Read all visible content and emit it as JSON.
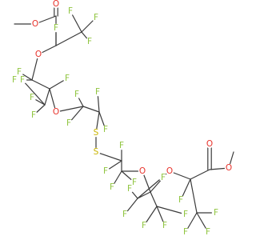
{
  "molecule": {
    "colors": {
      "bond": "#3a3a3a",
      "F": "#8fc43f",
      "O": "#e8322b",
      "S": "#c9b400",
      "C": "#3a3a3a"
    },
    "atoms": [
      {
        "id": "Me1",
        "el": "C"
      },
      {
        "id": "O1",
        "el": "O"
      },
      {
        "id": "C1",
        "el": "C"
      },
      {
        "id": "O2",
        "el": "O"
      },
      {
        "id": "C2",
        "el": "C"
      },
      {
        "id": "F1",
        "el": "F"
      },
      {
        "id": "C3",
        "el": "C"
      },
      {
        "id": "F2",
        "el": "F"
      },
      {
        "id": "F3",
        "el": "F"
      },
      {
        "id": "F4",
        "el": "F"
      },
      {
        "id": "F5",
        "el": "F"
      },
      {
        "id": "O3",
        "el": "O"
      },
      {
        "id": "C4",
        "el": "C"
      },
      {
        "id": "F6",
        "el": "F"
      },
      {
        "id": "F7",
        "el": "F"
      },
      {
        "id": "C5",
        "el": "C"
      },
      {
        "id": "F8",
        "el": "F"
      },
      {
        "id": "C6",
        "el": "C"
      },
      {
        "id": "F9",
        "el": "F"
      },
      {
        "id": "F10",
        "el": "F"
      },
      {
        "id": "F11",
        "el": "F"
      },
      {
        "id": "O4",
        "el": "O"
      },
      {
        "id": "C7",
        "el": "C"
      },
      {
        "id": "F12",
        "el": "F"
      },
      {
        "id": "F13",
        "el": "F"
      },
      {
        "id": "C8",
        "el": "C"
      },
      {
        "id": "F14",
        "el": "F"
      },
      {
        "id": "F15",
        "el": "F"
      },
      {
        "id": "S1",
        "el": "S"
      },
      {
        "id": "S2",
        "el": "S"
      },
      {
        "id": "C9",
        "el": "C"
      },
      {
        "id": "F16",
        "el": "F"
      },
      {
        "id": "F17",
        "el": "F"
      },
      {
        "id": "C10",
        "el": "C"
      },
      {
        "id": "F18",
        "el": "F"
      },
      {
        "id": "F19",
        "el": "F"
      },
      {
        "id": "O5",
        "el": "O"
      },
      {
        "id": "C11",
        "el": "C"
      },
      {
        "id": "F20",
        "el": "F"
      },
      {
        "id": "C12",
        "el": "C"
      },
      {
        "id": "F21",
        "el": "F"
      },
      {
        "id": "F22",
        "el": "F"
      },
      {
        "id": "F23",
        "el": "F"
      },
      {
        "id": "C13",
        "el": "C"
      },
      {
        "id": "F24",
        "el": "F"
      },
      {
        "id": "F25",
        "el": "F"
      },
      {
        "id": "O6",
        "el": "O"
      },
      {
        "id": "C14",
        "el": "C"
      },
      {
        "id": "F26",
        "el": "F"
      },
      {
        "id": "C15",
        "el": "C"
      },
      {
        "id": "F27",
        "el": "F"
      },
      {
        "id": "F28",
        "el": "F"
      },
      {
        "id": "F29",
        "el": "F"
      },
      {
        "id": "C16",
        "el": "C"
      },
      {
        "id": "O7",
        "el": "O"
      },
      {
        "id": "O8",
        "el": "O"
      },
      {
        "id": "Me2",
        "el": "C"
      }
    ],
    "bonds": [
      [
        "Me1",
        "O1",
        1
      ],
      [
        "O1",
        "C1",
        1
      ],
      [
        "C1",
        "O2",
        2
      ],
      [
        "C1",
        "C2",
        1
      ],
      [
        "C2",
        "F1",
        1
      ],
      [
        "C2",
        "C3",
        1
      ],
      [
        "C2",
        "O3",
        1
      ],
      [
        "C3",
        "F2",
        1
      ],
      [
        "C3",
        "F3",
        1
      ],
      [
        "C3",
        "F4",
        1
      ],
      [
        "O3",
        "C4",
        1
      ],
      [
        "C4",
        "F5",
        1
      ],
      [
        "C4",
        "F6",
        1
      ],
      [
        "C4",
        "C5",
        1
      ],
      [
        "C5",
        "F7",
        1
      ],
      [
        "C5",
        "C6",
        1
      ],
      [
        "C5",
        "O4",
        1
      ],
      [
        "C6",
        "F9",
        1
      ],
      [
        "C6",
        "F10",
        1
      ],
      [
        "C6",
        "F11",
        1
      ],
      [
        "O4",
        "C7",
        1
      ],
      [
        "C7",
        "F12",
        1
      ],
      [
        "C7",
        "F13",
        1
      ],
      [
        "C7",
        "C8",
        1
      ],
      [
        "C8",
        "F14",
        1
      ],
      [
        "C8",
        "F15",
        1
      ],
      [
        "C8",
        "S1",
        1
      ],
      [
        "S1",
        "S2",
        1
      ],
      [
        "S2",
        "C9",
        1
      ],
      [
        "C9",
        "F16",
        1
      ],
      [
        "C9",
        "F17",
        1
      ],
      [
        "C9",
        "C10",
        1
      ],
      [
        "C10",
        "F18",
        1
      ],
      [
        "C10",
        "F19",
        1
      ],
      [
        "C10",
        "O5",
        1
      ],
      [
        "O5",
        "C11",
        1
      ],
      [
        "C11",
        "F8",
        1
      ],
      [
        "C11",
        "C12",
        1
      ],
      [
        "C11",
        "C13",
        1
      ],
      [
        "C12",
        "F21",
        1
      ],
      [
        "C12",
        "F22",
        1
      ],
      [
        "C12",
        "F23",
        1
      ],
      [
        "C13",
        "F24",
        1
      ],
      [
        "C13",
        "F25",
        1
      ],
      [
        "C13",
        "O6",
        1
      ],
      [
        "O6",
        "C14",
        1
      ],
      [
        "C14",
        "F26",
        1
      ],
      [
        "C14",
        "C15",
        1
      ],
      [
        "C14",
        "C16",
        1
      ],
      [
        "C15",
        "F27",
        1
      ],
      [
        "C15",
        "F28",
        1
      ],
      [
        "C15",
        "F29",
        1
      ],
      [
        "C16",
        "O7",
        2
      ],
      [
        "C16",
        "O8",
        1
      ],
      [
        "O8",
        "Me2",
        1
      ]
    ]
  }
}
